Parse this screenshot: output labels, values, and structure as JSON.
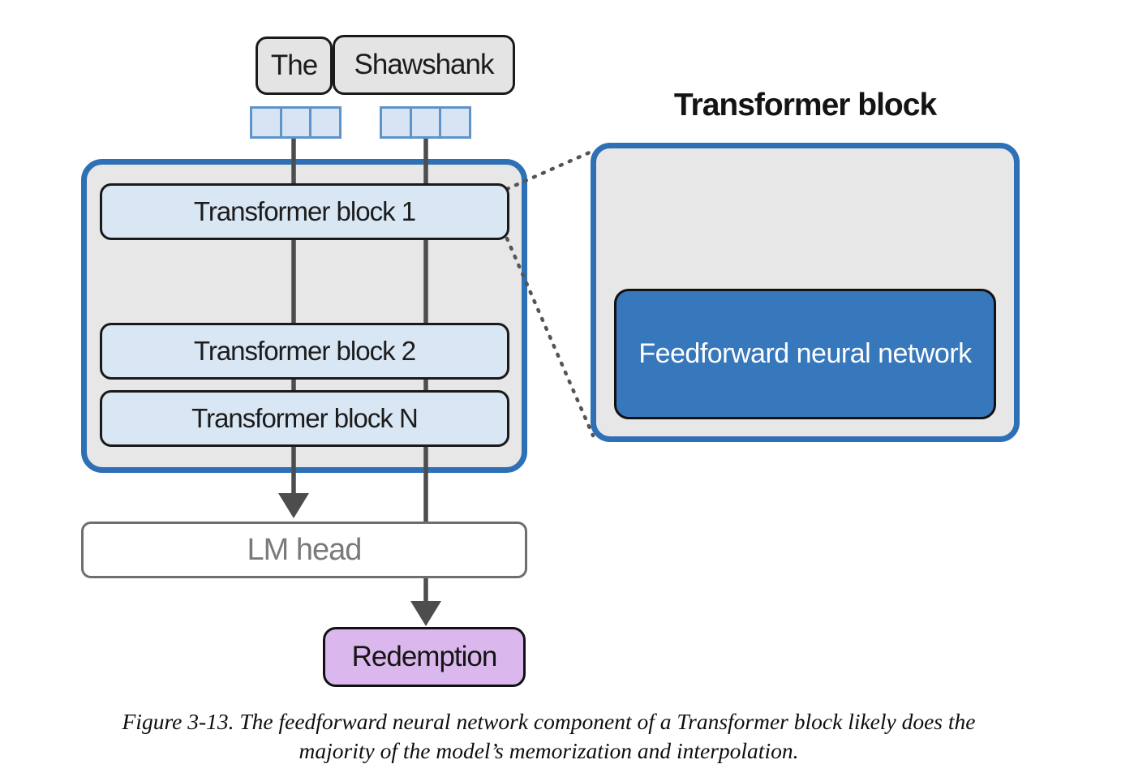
{
  "figure": {
    "input_tokens": [
      "The",
      "Shawshank"
    ],
    "model_stack": {
      "blocks": [
        "Transformer block 1",
        "Transformer block 2",
        "Transformer block N"
      ],
      "lm_head_label": "LM head",
      "output_token": "Redemption"
    },
    "detail_view": {
      "title": "Transformer block",
      "component_label": "Feedforward neural network"
    },
    "colors": {
      "container_border_blue": "#2e70b6",
      "container_fill_gray": "#e8e7e7",
      "block_fill_light_blue": "#d9e6f4",
      "ffn_fill_blue": "#3777bb",
      "output_token_fill_purple": "#dab7ec",
      "embedding_cell_fill": "#d7e4f3",
      "embedding_cell_border": "#5f94c9",
      "token_fill_gray": "#e5e4e4",
      "line_arrow_gray": "#4d4d4d"
    }
  },
  "caption": {
    "line1": "Figure 3-13. The feedforward neural network component of a Transformer block likely does the",
    "line2": "majority of the model’s memorization and interpolation."
  }
}
